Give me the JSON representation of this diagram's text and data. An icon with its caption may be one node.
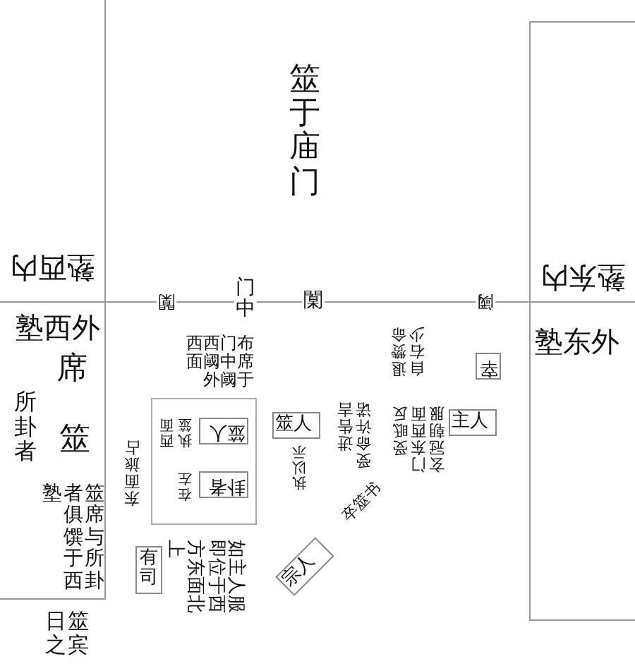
{
  "diagram": {
    "title": "筮于庙门",
    "nodes": [
      {
        "text": [
          "塾西内",
          "塾西外"
        ]
      },
      {
        "text": [
          "塾东内",
          "塾东外"
        ]
      },
      {
        "text": [
          "执筮",
          "西面",
          "在左"
        ]
      },
      {
        "text": [
          "筮人"
        ],
        "in": 2
      },
      {
        "text": [
          "卦者"
        ],
        "in": 2
      },
      {
        "text": [
          "筮人"
        ]
      },
      {
        "text": [
          "主人"
        ]
      },
      {
        "text": [
          "宰"
        ]
      },
      {
        "text": [
          "有司"
        ]
      },
      {
        "text": [
          "宗人"
        ]
      }
    ],
    "labels": [
      "闑",
      "门中",
      "闑",
      "阈",
      "布席于",
      "门中阈",
      "西阈外",
      "西面",
      "席",
      "所卦者",
      "筮",
      "东面旅占",
      "自右少",
      "退赞命",
      "受命许诺",
      "进告吉",
      "执以示",
      "玄冠朝服",
      "门东西面",
      "受眡反",
      "卒筮书",
      "筮席与所卦",
      "者俱馔于西",
      "塾",
      "如主人服即位于西方东面北上",
      "筮宾",
      "日之"
    ]
  }
}
